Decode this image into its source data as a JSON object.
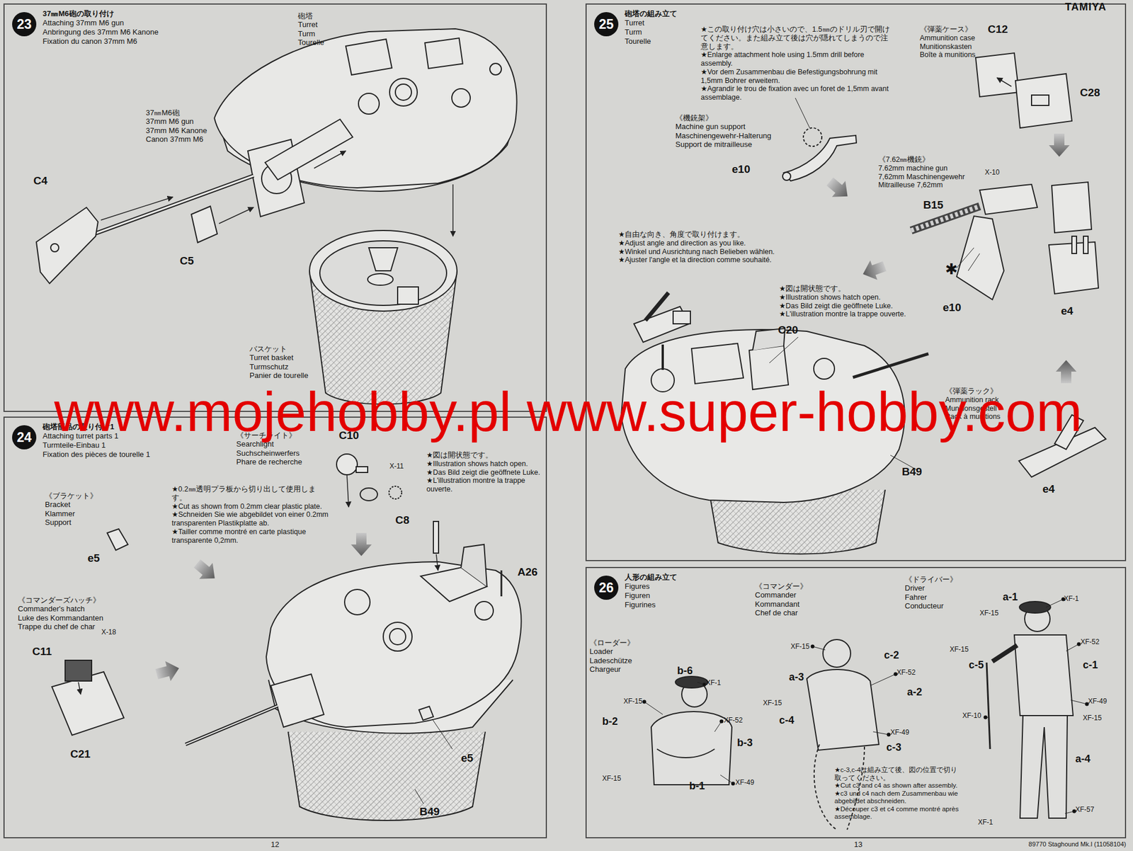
{
  "diagram": {
    "nodes": [
      {
        "text": [
          "37㎜M6砲の取り付け",
          "Attaching 37mm M6 gun",
          "Anbringung des 37mm M6 Kanone",
          "Fixation du canon 37mm M6"
        ]
      },
      {
        "text": [
          "23"
        ],
        "in": 0
      },
      {
        "text": [
          "砲塔部品の取り付け1",
          "Attaching turret parts 1",
          "Turmteile-Einbau 1",
          "Fixation des pièces de tourelle 1"
        ]
      },
      {
        "text": [
          "24"
        ],
        "in": 2
      },
      {
        "text": [
          "砲塔の組み立て",
          "Turret",
          "Turm",
          "Tourelle"
        ]
      },
      {
        "text": [
          "25"
        ],
        "in": 4
      },
      {
        "text": [
          "人形の組み立て",
          "Figures",
          "Figuren",
          "Figurines"
        ]
      },
      {
        "text": [
          "26"
        ],
        "in": 6
      }
    ],
    "labels": [
      "砲塔",
      "Turret",
      "Turm",
      "Tourelle",
      "37㎜M6砲",
      "37mm M6 gun",
      "37mm M6 Kanone",
      "Canon 37mm M6",
      "C4",
      "C5",
      "バスケット",
      "Turret basket",
      "Turmschutz",
      "Panier de tourelle",
      "《サーチライト》",
      "Searchlight",
      "Suchscheinwerfers",
      "Phare de recherche",
      "C10",
      "X-11",
      "《ブラケット》",
      "Bracket",
      "Klammer",
      "Support",
      "e5",
      "★0.2㎜透明プラ板から切り出して使用します。",
      "★Cut as shown from 0.2mm clear plastic plate.",
      "★Schneiden Sie wie abgebildet von einer 0.2mm transparenten Plastikplatte ab.",
      "★Tailler comme montré en carte plastique transparente 0,2mm.",
      "★図は開状態です。",
      "★Illustration shows hatch open.",
      "★Das Bild zeigt die geöffnete Luke.",
      "★L'illustration montre la trappe ouverte.",
      "C8",
      "A26",
      "《コマンダーズハッチ》",
      "Commander's hatch",
      "Luke des Kommandanten",
      "Trappe du chef de char",
      "X-18",
      "C11",
      "C21",
      "e5",
      "B49",
      "★この取り付け穴は小さいので、1.5㎜のドリル刃で開けてください。また組み立て後は穴が隠れてしまうので注意します。",
      "★Enlarge attachment hole using 1.5mm drill before assembly.",
      "★Vor dem Zusammenbau die Befestigungsbohrung mit 1,5mm Bohrer erweitern.",
      "★Agrandir le trou de fixation avec un foret de 1,5mm avant assemblage.",
      "《弾薬ケース》",
      "Ammunition case",
      "Munitionskasten",
      "Boîte à munitions",
      "C12",
      "C28",
      "《機銃架》",
      "Machine gun support",
      "Maschinengewehr-Halterung",
      "Support de mitrailleuse",
      "e10",
      "《7.62㎜機銃》",
      "7.62mm machine gun",
      "7,62mm Maschinengewehr",
      "Mitrailleuse 7,62mm",
      "X-10",
      "B15",
      "★自由な向き、角度で取り付けます。",
      "★Adjust angle and direction as you like.",
      "★Winkel und Ausrichtung nach Belieben wählen.",
      "★Ajuster l'angle et la direction comme souhaité.",
      "★図は開状態です。",
      "★Illustration shows hatch open.",
      "★Das Bild zeigt die geöffnete Luke.",
      "★L'illustration montre la trappe ouverte.",
      "C20",
      "✱",
      "e10",
      "e4",
      "《弾薬ラック》",
      "Ammunition rack",
      "Munitionsgestell",
      "Rack à munitions",
      "B49",
      "e4",
      "《コマンダー》",
      "Commander",
      "Kommandant",
      "Chef de char",
      "《ドライバー》",
      "Driver",
      "Fahrer",
      "Conducteur",
      "《ローダー》",
      "Loader",
      "Ladeschütze",
      "Chargeur",
      "b-6",
      "XF-1",
      "XF-15",
      "XF-52",
      "b-2",
      "b-3",
      "XF-15",
      "b-1",
      "XF-49",
      "XF-15",
      "c-2",
      "a-3",
      "XF-52",
      "a-2",
      "XF-15",
      "c-4",
      "XF-49",
      "c-3",
      "★c-3,c-4は組み立て後、図の位置で切り取ってください。",
      "★Cut c3 and c4 as shown after assembly.",
      "★c3 und c4 nach dem Zusammenbau wie abgebildet abschneiden.",
      "★Découper c3 et c4 comme montré après assemblage.",
      "a-1",
      "XF-1",
      "XF-15",
      "XF-52",
      "XF-15",
      "c-5",
      "c-1",
      "XF-49",
      "XF-10",
      "XF-15",
      "a-4",
      "XF-57",
      "XF-1",
      "12",
      "13",
      "89770 Staghound Mk.I (11058104)",
      "TAMIYA",
      "www.mojehobby.pl www.super-hobby.com"
    ]
  }
}
